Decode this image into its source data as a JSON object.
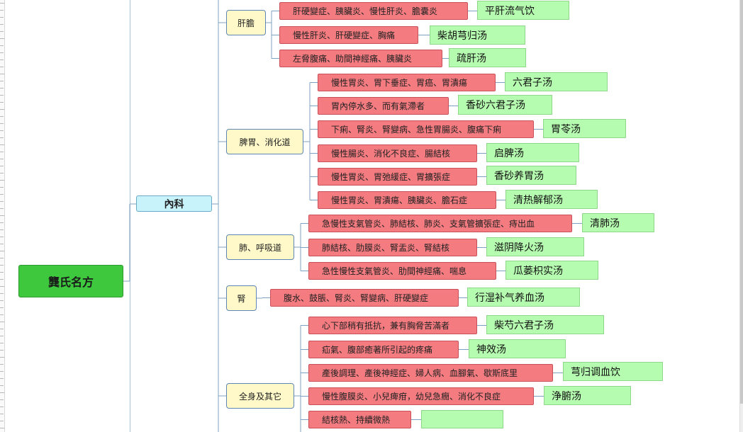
{
  "root": {
    "label": "龔氏名方"
  },
  "department": {
    "label": "內科"
  },
  "categories": [
    {
      "label": "肝膽",
      "items": [
        {
          "condition": "肝硬變症、胰臟炎、慢性肝炎、膽囊炎",
          "formula": "平肝流气饮"
        },
        {
          "condition": "慢性肝炎、肝硬變症、胸痛",
          "formula": "柴胡芎归汤"
        },
        {
          "condition": "左脅腹痛、助間神經痛、胰臟炎",
          "formula": "疏肝汤"
        }
      ]
    },
    {
      "label": "脾胃、消化道",
      "items": [
        {
          "condition": "慢性胃炎、胃下垂症、胃癌、胃潰瘍",
          "formula": "六君子汤"
        },
        {
          "condition": "胃內停水多、而有氣滯者",
          "formula": "香砂六君子汤"
        },
        {
          "condition": "下痢、腎炎、腎變病、急性胃腸炎、腹痛下痢",
          "formula": "胃苓汤"
        },
        {
          "condition": "慢性腸炎、消化不良症、腸結核",
          "formula": "启脾汤"
        },
        {
          "condition": "慢性胃炎、胃弛緩症、胃擴張症",
          "formula": "香砂养胃汤"
        },
        {
          "condition": "慢性胃炎、胃潰瘍、胰臟炎、膽石症",
          "formula": "清热解郁汤"
        }
      ]
    },
    {
      "label": "肺、呼吸道",
      "items": [
        {
          "condition": "急慢性支氣管炎、肺結核、肺炎、支氣管擴張症、痔出血",
          "formula": "清肺汤"
        },
        {
          "condition": "肺結核、肋膜炎、腎盂炎、腎結核",
          "formula": "滋阴降火汤"
        },
        {
          "condition": "急性慢性支氣管炎、肋間神經痛、喘息",
          "formula": "瓜蒌枳实汤"
        }
      ]
    },
    {
      "label": "腎",
      "items": [
        {
          "condition": "腹水、鼓脹、腎炎、腎變病、肝硬變症",
          "formula": "行湿补气养血汤"
        }
      ]
    },
    {
      "label": "全身及其它",
      "items": [
        {
          "condition": "心下部稍有抵抗，兼有胸脅苦滿者",
          "formula": "柴芍六君子汤"
        },
        {
          "condition": "疝氣、腹部癒著所引起的疼痛",
          "formula": "神效汤"
        },
        {
          "condition": "產後調理、產後神經症、婦人病、血腳氣、歇斯底里",
          "formula": "芎归调血饮"
        },
        {
          "condition": "慢性腹膜炎、小兒痺疳，幼兒急癇、消化不良症",
          "formula": "浄腑汤"
        },
        {
          "condition": "結核熱、持續微熱",
          "formula": ""
        }
      ]
    }
  ]
}
